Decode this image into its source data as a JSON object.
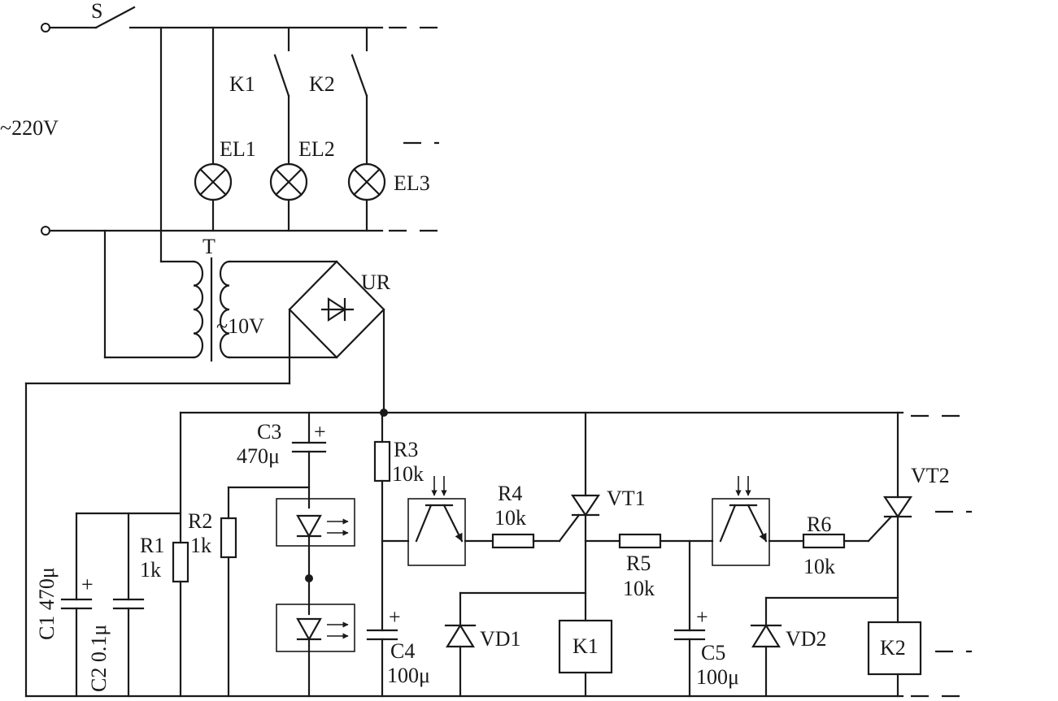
{
  "labels": {
    "switch_s": "S",
    "mains_voltage": "~220V",
    "relay_contact_k1": "K1",
    "relay_contact_k2": "K2",
    "lamp_el1": "EL1",
    "lamp_el2": "EL2",
    "lamp_el3": "EL3",
    "transformer_t": "T",
    "secondary_voltage": "~10V",
    "rectifier_ur": "UR",
    "c3_name": "C3",
    "c3_value": "470μ",
    "r3_name": "R3",
    "r3_value": "10k",
    "r2_name": "R2",
    "r2_value": "1k",
    "r1_name": "R1",
    "r1_value": "1k",
    "c1_label": "C1 470μ",
    "c2_label": "C2 0.1μ",
    "r4_name": "R4",
    "r4_value": "10k",
    "vt1": "VT1",
    "r5_name": "R5",
    "r5_value": "10k",
    "r6_name": "R6",
    "r6_value": "10k",
    "vt2": "VT2",
    "vd1": "VD1",
    "vd2": "VD2",
    "relay_coil_k1": "K1",
    "relay_coil_k2": "K2",
    "c4_name": "C4",
    "c4_value": "100μ",
    "c5_name": "C5",
    "c5_value": "100μ",
    "plus_sign": "+"
  }
}
